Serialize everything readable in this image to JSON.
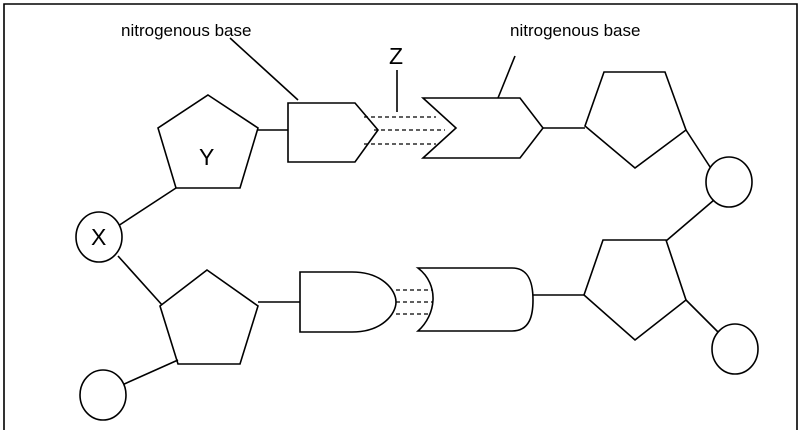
{
  "labels": {
    "base_left": "nitrogenous base",
    "base_right": "nitrogenous base",
    "z": "Z",
    "y": "Y",
    "x": "X"
  },
  "colors": {
    "stroke": "#000000",
    "background": "#ffffff"
  }
}
